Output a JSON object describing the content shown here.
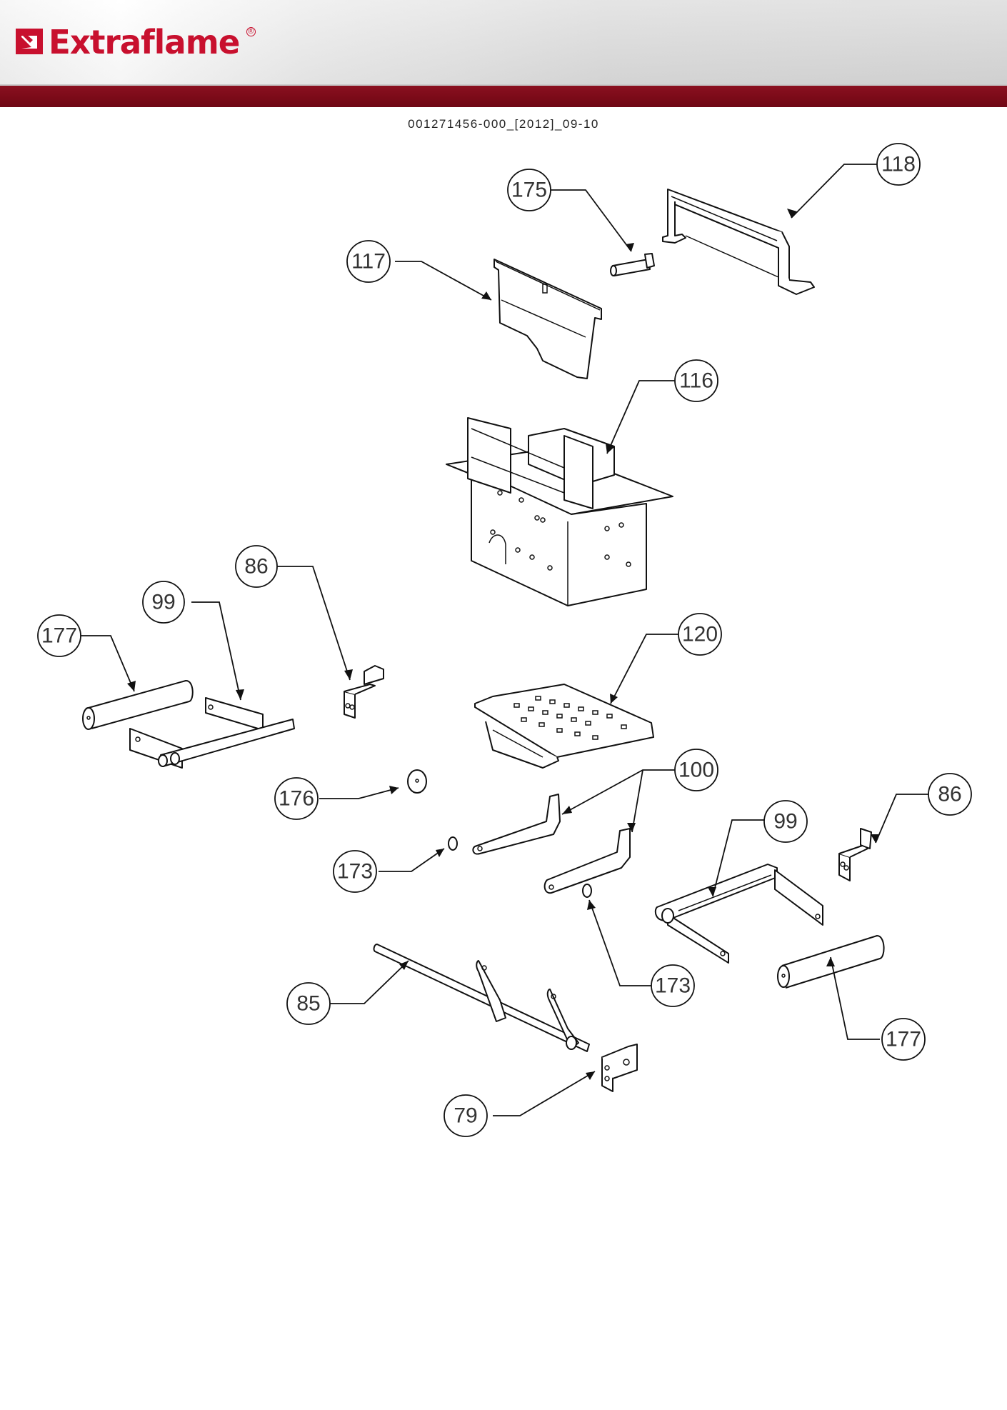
{
  "header": {
    "brand": "Extraflame",
    "brand_color": "#c8102e",
    "band_color": "#7a0a18",
    "registered_mark": "®"
  },
  "document": {
    "code": "001271456-000_[2012]_09-10"
  },
  "callouts": [
    {
      "id": "c118",
      "label": "118",
      "part": "bracket-cover"
    },
    {
      "id": "c175",
      "label": "175",
      "part": "pin"
    },
    {
      "id": "c117",
      "label": "117",
      "part": "deflector-plate"
    },
    {
      "id": "c116",
      "label": "116",
      "part": "burner-pot-housing"
    },
    {
      "id": "c86a",
      "label": "86",
      "part": "small-bracket-left"
    },
    {
      "id": "c99a",
      "label": "99",
      "part": "lever-frame-left"
    },
    {
      "id": "c177a",
      "label": "177",
      "part": "roller-left"
    },
    {
      "id": "c120",
      "label": "120",
      "part": "grate"
    },
    {
      "id": "c176",
      "label": "176",
      "part": "washer"
    },
    {
      "id": "c100",
      "label": "100",
      "part": "link-arms"
    },
    {
      "id": "c86b",
      "label": "86",
      "part": "small-bracket-right"
    },
    {
      "id": "c99b",
      "label": "99",
      "part": "lever-frame-right"
    },
    {
      "id": "c173a",
      "label": "173",
      "part": "nut-left"
    },
    {
      "id": "c173b",
      "label": "173",
      "part": "nut-right"
    },
    {
      "id": "c85",
      "label": "85",
      "part": "shaft-lever"
    },
    {
      "id": "c177b",
      "label": "177",
      "part": "roller-right"
    },
    {
      "id": "c79",
      "label": "79",
      "part": "mounting-plate"
    }
  ]
}
